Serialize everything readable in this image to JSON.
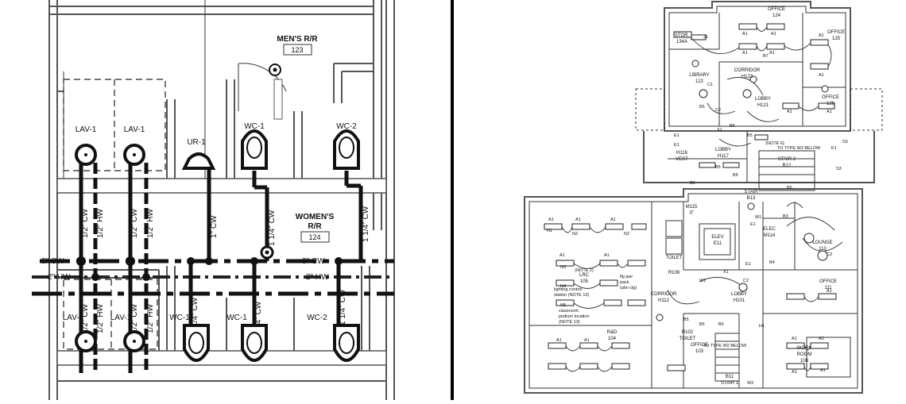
{
  "left": {
    "rooms": {
      "mens": {
        "name": "MEN'S R/R",
        "number": "123"
      },
      "womens": {
        "name_line1": "WOMEN'S",
        "name_line2": "R/R",
        "number": "124"
      }
    },
    "fixtures": {
      "lav_upper_a": "LAV-1",
      "lav_upper_b": "LAV-1",
      "ur": "UR-1",
      "wc_upper_a": "WC-1",
      "wc_upper_b": "WC-2",
      "lav_lower_a": "LAV-1",
      "lav_lower_b": "LAV-1",
      "wc_lower_a": "WC-1",
      "wc_lower_b": "WC-1",
      "wc_lower_c": "WC-2"
    },
    "mains": {
      "cw": "3\" CW",
      "hw": "2\" HW"
    },
    "risers": {
      "u1": "1/2\" CW",
      "u2": "1/2\" HW",
      "u3": "1/2\" CW",
      "u4": "1/2\" HW",
      "u5": "1\" CW",
      "u6": "1 1/4\" CW",
      "u7": "1 1/4\" CW",
      "l1": "1/2\" CW",
      "l2": "1/2\" HW",
      "l3": "1/2\" CW",
      "l4": "1/2\" HW",
      "l5": "1 1/4\" CW",
      "l6": "1 1/4\" CW",
      "l7": "1 1/4\" CW"
    }
  },
  "right": {
    "rooms": {
      "office124": {
        "name": "OFFICE",
        "number": "124"
      },
      "office125": {
        "name": "OFFICE",
        "number": "125"
      },
      "office126": {
        "name": "OFFICE",
        "number": "126"
      },
      "stor": {
        "name": "STOR.",
        "number": "134A"
      },
      "library": {
        "name": "LIBRARY",
        "number": "122"
      },
      "corridor_h123": {
        "name": "CORRIDOR",
        "number": "H123"
      },
      "lobby_h121": {
        "name": "LOBBY",
        "number": "H121"
      },
      "lobby_h117": {
        "name": "LOBBY",
        "number": "H117"
      },
      "vest": {
        "name": "VEST",
        "number": "H116"
      },
      "stair2": {
        "name": "STAIR 2",
        "number": "B12"
      },
      "stair_b13": {
        "name": "STAIR",
        "number": "B13"
      },
      "elev": {
        "name": "ELEV",
        "number": "E11"
      },
      "m115": {
        "name": "M115",
        "number": "IT"
      },
      "elec": {
        "name": "ELEC",
        "number": "M114"
      },
      "lounge": {
        "name": "LOUNGE",
        "number": "113"
      },
      "office111": {
        "name": "OFFICE",
        "number": "111"
      },
      "lrc": {
        "name": "LRC",
        "number": "105"
      },
      "corridor_h112": {
        "name": "CORRIDOR",
        "number": "H112"
      },
      "lobby_h101": {
        "name": "LOBBY",
        "number": "H101"
      },
      "rd": {
        "name": "R&D",
        "number": "104"
      },
      "toilet_r102": {
        "name": "TOILET",
        "number": "R102"
      },
      "toilet_r106": {
        "name": "TOILET",
        "number": "R106"
      },
      "office103": {
        "name": "OFFICE",
        "number": "103"
      },
      "work_room": {
        "name_line1": "WORK",
        "name_line2": "ROOM",
        "number": "108"
      },
      "stair1": {
        "name": "STAIR 1",
        "number": "B11"
      }
    },
    "notes": {
      "to_type_w2_below": "TO TYPE W2 BELOW",
      "note6": "(NOTE 6)",
      "note2": "(NOTE 2)",
      "lighting_control_1": "lighting control",
      "lighting_control_2": "station (NOTE 13)",
      "rg_pwr_1": "flg pwr",
      "rg_pwr_2": "pack",
      "rg_pwr_3": "(abv clg)",
      "classroom_1": "classroom",
      "classroom_2": "podium location",
      "classroom_3": "(NOTE 13)",
      "to_type_w2_lower": "TO TYPE W2 BELOW",
      "stair1_w2": "W2"
    },
    "tags": [
      "A1",
      "A1",
      "A1",
      "A1",
      "A1",
      "A1",
      "A1",
      "A1",
      "A1",
      "A1",
      "A1",
      "A1",
      "A1",
      "A1",
      "A1",
      "A1",
      "A1",
      "A1",
      "A1",
      "A1",
      "B5",
      "B5",
      "B5",
      "B5",
      "B5",
      "B5",
      "B5",
      "B5",
      "B7",
      "C1",
      "C2",
      "C2",
      "E1",
      "E1",
      "E1",
      "E1",
      "N1",
      "N2",
      "N2",
      "N3",
      "N4",
      "N5",
      "J1",
      "K1",
      "S3",
      "S3",
      "X1",
      "X1",
      "B3",
      "B4",
      "B5",
      "H1",
      "W1",
      "W1",
      "C2",
      "B5"
    ]
  }
}
